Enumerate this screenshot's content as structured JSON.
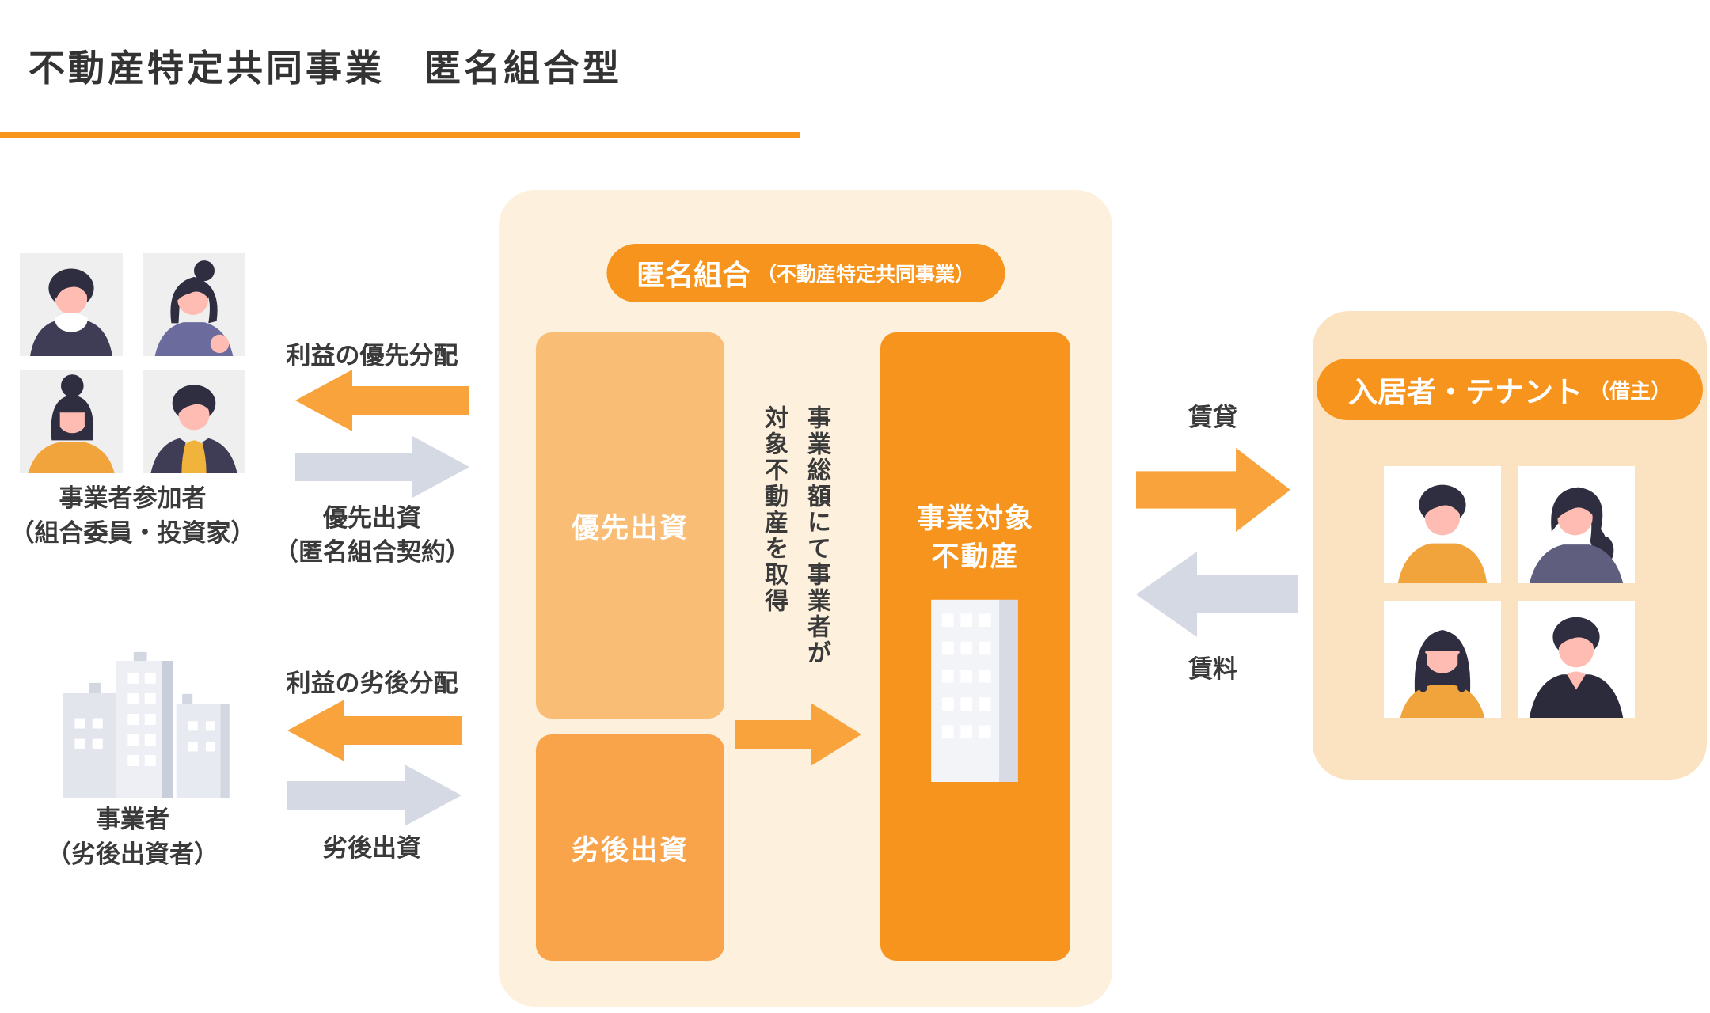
{
  "title": "不動産特定共同事業　匿名組合型",
  "colors": {
    "accent": "#F7941D",
    "arrow_orange": "#F9A33C",
    "arrow_gray": "#D5D9E4",
    "box_cream": "#FDF0DC",
    "box_cream_deep": "#FBE3C2",
    "priority_orange": "#FABD76",
    "subordinate_orange": "#F9A44B",
    "text_dark": "#3A3A3A"
  },
  "left": {
    "participants": {
      "label_line1": "事業者参加者",
      "label_line2": "（組合委員・投資家）"
    },
    "operator": {
      "label_line1": "事業者",
      "label_line2": "（劣後出資者）"
    }
  },
  "flows": {
    "profit_priority": "利益の優先分配",
    "priority_investment_line1": "優先出資",
    "priority_investment_line2": "（匿名組合契約）",
    "profit_subordinated": "利益の劣後分配",
    "subordinated_investment": "劣後出資",
    "lease": "賃貸",
    "rent": "賃料"
  },
  "partnership": {
    "badge_main": "匿名組合",
    "badge_sub": "（不動産特定共同事業）",
    "priority_box": "優先出資",
    "subordinated_box": "劣後出資",
    "acquisition_note": "事業総額にて事業者が対象不動産を取得",
    "target_property_line1": "事業対象",
    "target_property_line2": "不動産"
  },
  "tenants": {
    "badge_main": "入居者・テナント",
    "badge_sub": "（借主）"
  }
}
